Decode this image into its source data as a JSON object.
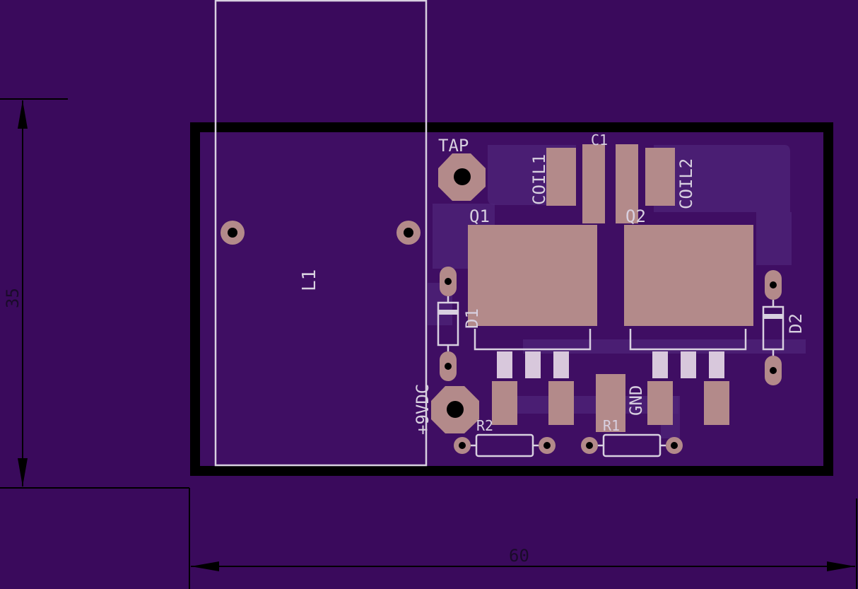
{
  "colors": {
    "background": "#3a0a5c",
    "board_fill": "#3f0e63",
    "outline": "#000000",
    "copper": "#b38a8a",
    "silkscreen": "#d8d0e0",
    "pour": "#4f2478"
  },
  "dimensions": {
    "width_label": "60",
    "height_label": "35"
  },
  "labels": {
    "l1": "L1",
    "tap": "TAP",
    "c1": "C1",
    "coil1": "COIL1",
    "coil2": "COIL2",
    "q1": "Q1",
    "q2": "Q2",
    "d1": "D1",
    "d2": "D2",
    "vdc": "+9VDC",
    "gnd": "GND",
    "r1": "R1",
    "r2": "R2"
  }
}
